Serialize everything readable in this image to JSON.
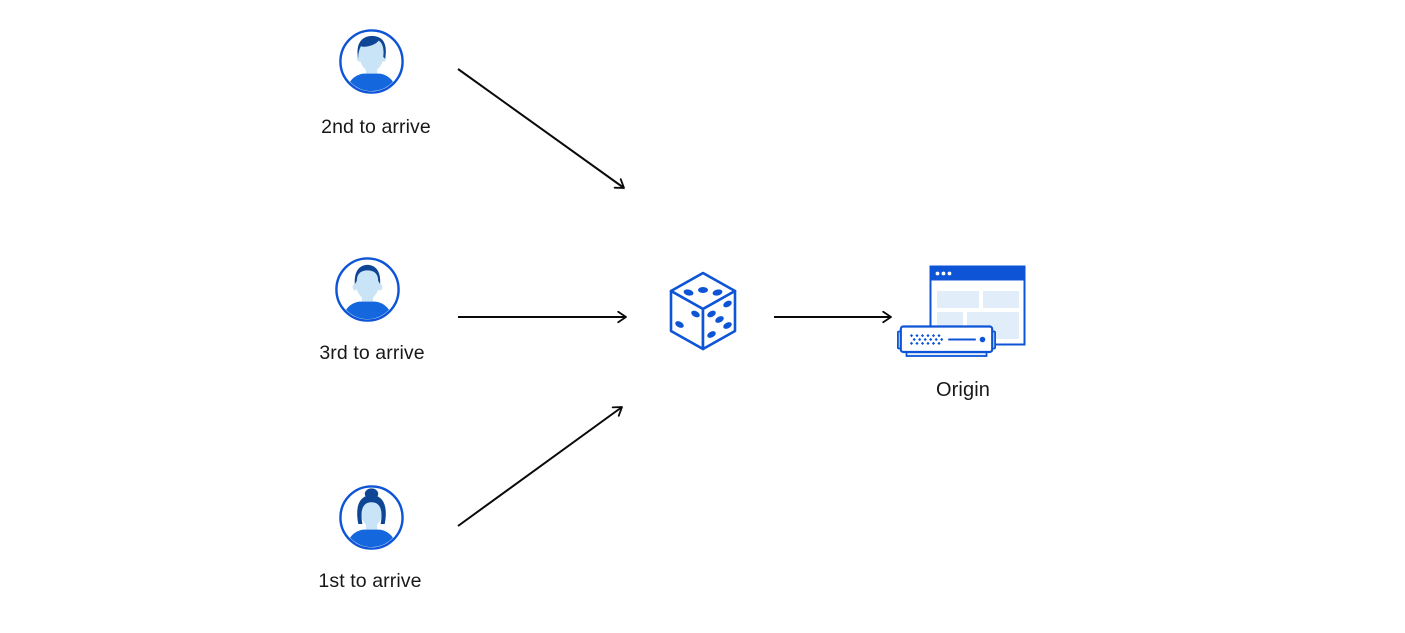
{
  "theme": {
    "blue": "#0d55d6",
    "navy": "#0e4595",
    "face": "#c9e4f6",
    "shirt": "#1467dd",
    "light": "#e1eefa",
    "arrow": "#0a0a0a",
    "text": "#17181a",
    "background": "#ffffff"
  },
  "diagram": {
    "type": "flow-diagram",
    "clients": [
      {
        "label": "2nd to arrive",
        "icon": "man-swept-hair-avatar-icon"
      },
      {
        "label": "3rd to arrive",
        "icon": "man-short-hair-avatar-icon"
      },
      {
        "label": "1st to arrive",
        "icon": "woman-bun-avatar-icon"
      }
    ],
    "router": {
      "icon": "dice-icon"
    },
    "origin": {
      "label": "Origin",
      "icon": "origin-server-icon"
    },
    "arrows": [
      {
        "from": "2nd to arrive",
        "to": "dice"
      },
      {
        "from": "3rd to arrive",
        "to": "dice"
      },
      {
        "from": "1st to arrive",
        "to": "dice"
      },
      {
        "from": "dice",
        "to": "Origin"
      }
    ]
  }
}
